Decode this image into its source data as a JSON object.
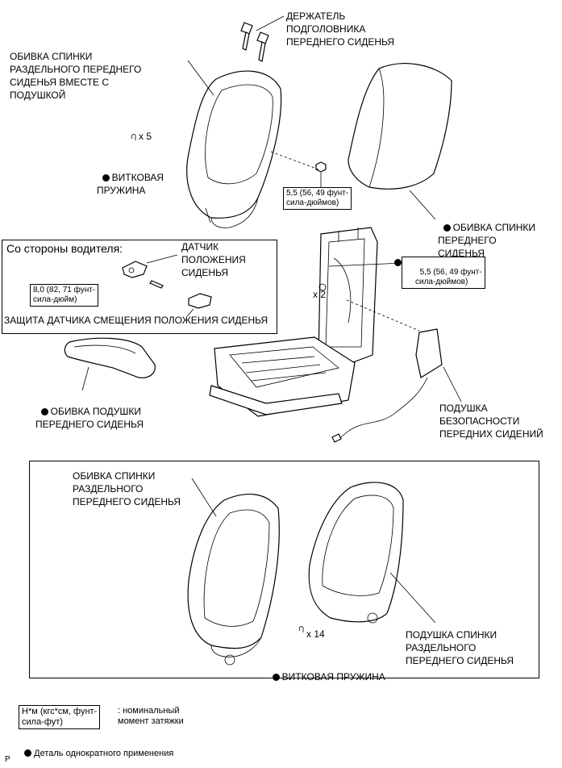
{
  "labels": {
    "headrest_holder": "ДЕРЖАТЕЛЬ\nПОДГОЛОВНИКА\nПЕРЕДНЕГО СИДЕНЬЯ",
    "split_seatback_cover_top": "ОБИВКА СПИНКИ\nРАЗДЕЛЬНОГО ПЕРЕДНЕГО\nСИДЕНЬЯ ВМЕСТЕ С\nПОДУШКОЙ",
    "hog_ring_count_top": "x 5",
    "hog_ring_top": "ВИТКОВАЯ\nПРУЖИНА",
    "torque_1": "5,5 (56, 49 фунт-\nсила-дюймов)",
    "front_seatback_cover": "ОБИВКА СПИНКИ\nПЕРЕДНЕГО\nСИДЕНЬЯ",
    "driver_side_title": "Со стороны водителя:",
    "seat_position_sensor": "ДАТЧИК\nПОЛОЖЕНИЯ\nСИДЕНЬЯ",
    "torque_2": "8,0 (82, 71 фунт-\nсила-дюйм)",
    "sensor_protector": "ЗАЩИТА ДАТЧИКА СМЕЩЕНИЯ ПОЛОЖЕНИЯ СИДЕНЬЯ",
    "torque_3": "5,5 (56, 49 фунт-\nсила-дюймов)",
    "count_x2": "x 2",
    "seat_cushion_cover": "ОБИВКА ПОДУШКИ\nПЕРЕДНЕГО СИДЕНЬЯ",
    "airbag": "ПОДУШКА\nБЕЗОПАСНОСТИ\nПЕРЕДНИХ СИДЕНИЙ",
    "split_seatback_cover_bottom": "ОБИВКА СПИНКИ\nРАЗДЕЛЬНОГО\nПЕРЕДНЕГО СИДЕНЬЯ",
    "hog_ring_count_bottom": "x 14",
    "hog_ring_bottom": "ВИТКОВАЯ ПРУЖИНА",
    "split_seatback_pad": "ПОДУШКА СПИНКИ\nРАЗДЕЛЬНОГО\nПЕРЕДНЕГО СИДЕНЬЯ"
  },
  "legend": {
    "torque_unit": "Н*м (кгс*см, фунт-\nсила-фут)",
    "torque_desc": ": номинальный\nмомент затяжки",
    "non_reusable": "Деталь однократного применения"
  },
  "corner_mark": "P"
}
